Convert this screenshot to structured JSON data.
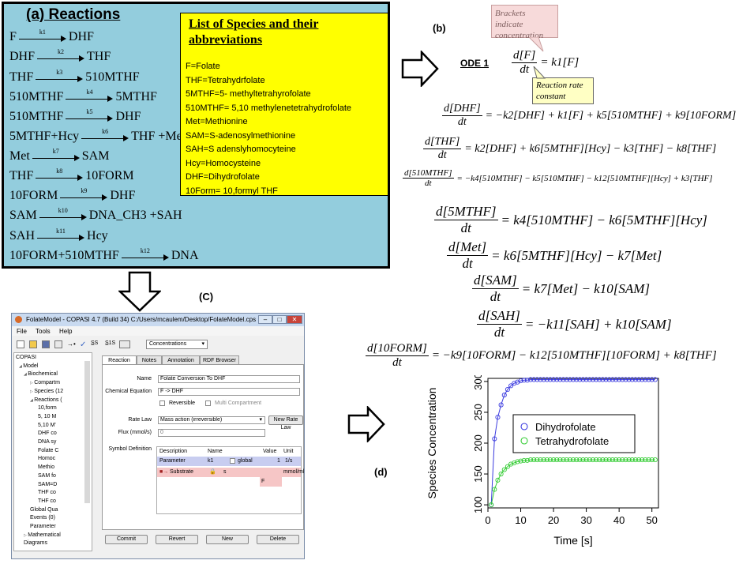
{
  "panel_a": {
    "title": "(a) Reactions",
    "reactions": [
      {
        "lhs": "F",
        "k": "k1",
        "rhs": "DHF"
      },
      {
        "lhs": "DHF",
        "k": "k2",
        "rhs": "THF"
      },
      {
        "lhs": "THF",
        "k": "k3",
        "rhs": "510MTHF"
      },
      {
        "lhs": "510MTHF",
        "k": "k4",
        "rhs": "5MTHF"
      },
      {
        "lhs": "510MTHF",
        "k": "k5",
        "rhs": "DHF"
      },
      {
        "lhs": "5MTHF+Hcy",
        "k": "k6",
        "rhs": "THF +Met"
      },
      {
        "lhs": "Met",
        "k": "k7",
        "rhs": "SAM"
      },
      {
        "lhs": "THF",
        "k": "k8",
        "rhs": "10FORM"
      },
      {
        "lhs": "10FORM",
        "k": "k9",
        "rhs": "DHF"
      },
      {
        "lhs": "SAM",
        "k": "k10",
        "rhs": "DNA_CH3 +SAH"
      },
      {
        "lhs": "SAH",
        "k": "k11",
        "rhs": "Hcy"
      },
      {
        "lhs": "10FORM+510MTHF",
        "k": "k12",
        "rhs": "DNA"
      }
    ],
    "species_title": "List of Species and their abbreviations",
    "species": [
      "F=Folate",
      "THF=Tetrahydrfolate",
      "5MTHF=5- methyltetrahyrofolate",
      "510MTHF= 5,10 methylenetetrahydrofolate",
      "Met=Methionine",
      "SAM=S-adenosylmethionine",
      "SAH=S adenslyhomocyteine",
      "Hcy=Homocysteine",
      "DHF=Dihydrofolate",
      "10Form= 10,formyl THF"
    ]
  },
  "labels": {
    "b": "(b)",
    "c": "(C)",
    "d": "(d)"
  },
  "panel_b": {
    "ode_label": "ODE 1",
    "callout_brackets": "Brackets indicate concentration",
    "callout_rate": "Reaction rate constant",
    "equations": [
      {
        "num": "d[F]",
        "den": "dt",
        "rhs": "= k1[F]"
      },
      {
        "num": "d[DHF]",
        "den": "dt",
        "rhs": "= −k2[DHF] + k1[F] + k5[510MTHF] + k9[10FORM]"
      },
      {
        "num": "d[THF]",
        "den": "dt",
        "rhs": "= k2[DHF] + k6[5MTHF][Hcy] − k3[THF] − k8[THF]"
      },
      {
        "num": "d[510MTHF]",
        "den": "dt",
        "rhs": "= −k4[510MTHF] − k5[510MTHF] − k12[510MTHF][Hcy] + k3[THF]"
      },
      {
        "num": "d[5MTHF]",
        "den": "dt",
        "rhs": "= k4[510MTHF] − k6[5MTHF][Hcy]"
      },
      {
        "num": "d[Met]",
        "den": "dt",
        "rhs": "= k6[5MTHF][Hcy] − k7[Met]"
      },
      {
        "num": "d[SAM]",
        "den": "dt",
        "rhs": "= k7[Met] − k10[SAM]"
      },
      {
        "num": "d[SAH]",
        "den": "dt",
        "rhs": "= −k11[SAH] + k10[SAM]"
      },
      {
        "num": "d[10FORM]",
        "den": "dt",
        "rhs": "= −k9[10FORM] − k12[510MTHF][10FORM] + k8[THF]"
      }
    ]
  },
  "copasi": {
    "window_title": "FolateModel - COPASI 4.7 (Build 34) C:/Users/mcaulem/Desktop/FolateModel.cps",
    "menu": [
      "File",
      "Tools",
      "Help"
    ],
    "toolbar_select": "Concentrations",
    "tree": [
      "COPASI",
      "Model",
      "Biochemical",
      "Compartm",
      "Species (12",
      "Reactions (",
      "10,form",
      "5, 10 M",
      "5,10 M'",
      "DHF co",
      "DNA sy",
      "Folate C",
      "Homoc",
      "Methio",
      "SAM fo",
      "SAM=D",
      "THF co",
      "THF co",
      "Global Qua",
      "Events (0)",
      "Parameter",
      "Mathematical",
      "Diagrams"
    ],
    "tabs": [
      "Reaction",
      "Notes",
      "Annotation",
      "RDF Browser"
    ],
    "name_label": "Name",
    "name_value": "Folate Conversion To DHF",
    "chem_eq_label": "Chemical Equation",
    "chem_eq_value": "F -> DHF",
    "reversible_label": "Reversible",
    "multi_label": "Multi Compartment",
    "rate_law_label": "Rate Law",
    "rate_law_value": "Mass action (irreversible)",
    "new_rate_law": "New Rate Law",
    "flux_label": "Flux (mmol/s)",
    "flux_value": "0",
    "symbol_def_label": "Symbol Definition",
    "sym_headers": [
      "Description",
      "Name",
      "Value",
      "Unit"
    ],
    "sym_row1": {
      "desc": "Parameter",
      "name": "k1",
      "scope": "global",
      "value": "1",
      "unit": "1/s"
    },
    "sym_row2": {
      "desc": "Substrate",
      "name": "s",
      "unit": "mmol/ml",
      "extra": "F"
    },
    "buttons": [
      "Commit",
      "Revert",
      "New",
      "Delete"
    ]
  },
  "chart_data": {
    "type": "scatter",
    "xlabel": "Time [s]",
    "ylabel": "Species Concentration",
    "xlim": [
      0,
      52
    ],
    "ylim": [
      95,
      305
    ],
    "xticks": [
      0,
      10,
      20,
      30,
      40,
      50
    ],
    "yticks": [
      100,
      150,
      200,
      250,
      300
    ],
    "legend_position": "center",
    "series": [
      {
        "name": "Dihydrofolate",
        "color": "#3a3adf",
        "x": [
          1,
          2,
          3,
          4,
          5,
          6,
          7,
          8,
          9,
          10,
          11,
          12,
          13,
          14,
          15,
          16,
          17,
          18,
          19,
          20,
          21,
          22,
          23,
          24,
          25,
          26,
          27,
          28,
          29,
          30,
          31,
          32,
          33,
          34,
          35,
          36,
          37,
          38,
          39,
          40,
          41,
          42,
          43,
          44,
          45,
          46,
          47,
          48,
          49,
          50,
          51
        ],
        "y": [
          100,
          207,
          242,
          262,
          278,
          287,
          293,
          297,
          299,
          301,
          302,
          302,
          303,
          303,
          303,
          303,
          303,
          303,
          303,
          303,
          303,
          303,
          303,
          303,
          303,
          303,
          303,
          303,
          303,
          303,
          303,
          303,
          303,
          303,
          303,
          303,
          303,
          303,
          303,
          303,
          303,
          303,
          303,
          303,
          303,
          303,
          303,
          303,
          303,
          303,
          303
        ]
      },
      {
        "name": "Tetrahydrofolate",
        "color": "#33cc33",
        "x": [
          1,
          2,
          3,
          4,
          5,
          6,
          7,
          8,
          9,
          10,
          11,
          12,
          13,
          14,
          15,
          16,
          17,
          18,
          19,
          20,
          21,
          22,
          23,
          24,
          25,
          26,
          27,
          28,
          29,
          30,
          31,
          32,
          33,
          34,
          35,
          36,
          37,
          38,
          39,
          40,
          41,
          42,
          43,
          44,
          45,
          46,
          47,
          48,
          49,
          50,
          51
        ],
        "y": [
          100,
          125,
          140,
          150,
          157,
          162,
          166,
          168,
          170,
          171,
          172,
          172,
          173,
          173,
          173,
          173,
          173,
          173,
          173,
          173,
          173,
          173,
          173,
          173,
          173,
          173,
          173,
          173,
          173,
          173,
          173,
          173,
          173,
          173,
          173,
          173,
          173,
          173,
          173,
          173,
          173,
          173,
          173,
          173,
          173,
          173,
          173,
          173,
          173,
          173,
          173
        ]
      }
    ]
  }
}
